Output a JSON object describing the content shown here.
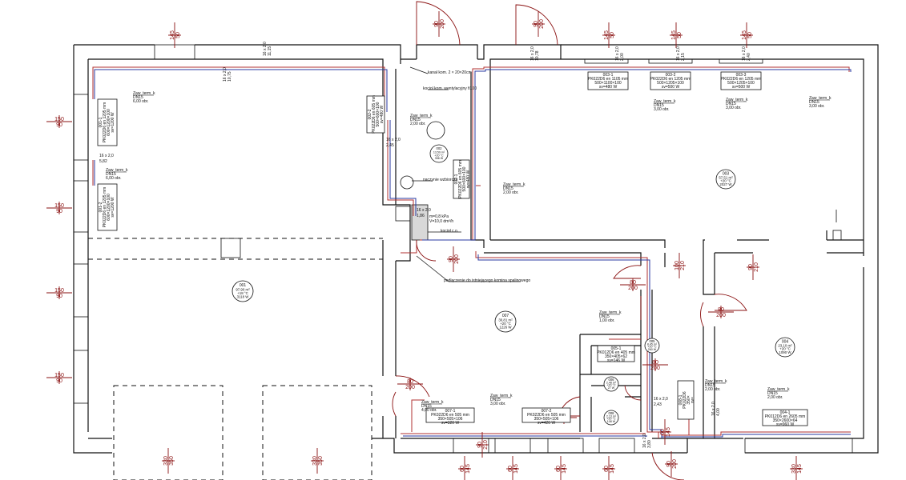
{
  "rooms": [
    {
      "id": "001",
      "area": "97,90 m²",
      "temp": "+18 °C",
      "power": "3118 W"
    },
    {
      "id": "002",
      "area": "13,59 m²",
      "temp": "+20 °C",
      "power": "356 W"
    },
    {
      "id": "003",
      "area": "57,51 m²",
      "temp": "+20 °C",
      "power": "2027 W"
    },
    {
      "id": "004",
      "area": "23,10 m²",
      "temp": "+20 °C",
      "power": "1090 W"
    },
    {
      "id": "005",
      "area": "8,45 m²",
      "temp": "+20 °C",
      "power": "260 W"
    },
    {
      "id": "006",
      "area": "2,48 m²",
      "temp": "+20 °C",
      "power": "27 W"
    },
    {
      "id": "007",
      "area": "30,81 m²",
      "temp": "+20 °C",
      "power": "1226 W"
    },
    {
      "id": "008",
      "area": "2,13 m²",
      "temp": "+20 °C",
      "power": "108 W"
    }
  ],
  "radiators": [
    {
      "id": "003-1",
      "model": "PK022D6 en 1105 mm",
      "size": "500×1100×100",
      "power": "sv=480 W"
    },
    {
      "id": "003-2",
      "model": "PK022D6 en 1205 mm",
      "size": "500×1205×100",
      "power": "sv=500 W"
    },
    {
      "id": "003-3",
      "model": "PK022D6 en 1205 mm",
      "size": "500×1205×100",
      "power": "sv=500 W"
    },
    {
      "id": "001-1",
      "model": "PK022D6 en 1205 mm",
      "size": "600×1200×100",
      "power": "sv=1200 W"
    },
    {
      "id": "001-2",
      "model": "PK022D6 en 1205 mm",
      "size": "600×1200×100",
      "power": "sv=1200 W"
    },
    {
      "id": "002-2",
      "model": "PK022D6 en 605 mm",
      "size": "500×600×100",
      "power": "sv=480 W"
    },
    {
      "id": "002-1",
      "model": "PK022D6 en 605 mm",
      "size": "500×600×100",
      "power": "sv=480 W"
    },
    {
      "id": "005-1",
      "model": "PK012D6 en 405 mm",
      "size": "350×405×62",
      "power": "sv=146 W"
    },
    {
      "id": "007-1",
      "model": "PK022D6 en 505 mm",
      "size": "350×505×106",
      "power": "sv=320 W"
    },
    {
      "id": "007-2",
      "model": "PK022D6 en 505 mm",
      "size": "350×505×106",
      "power": "sv=420 W"
    },
    {
      "id": "004-1",
      "model": "PK012D6 en 2605 mm",
      "size": "350×2600×64",
      "power": "sv=960 W"
    },
    {
      "id": "008-1",
      "model": "PK022D6",
      "size": "350×",
      "power": "sv="
    }
  ],
  "valves": [
    {
      "name": "Zaw_term_k",
      "spec": "DN15",
      "setting": "3,00 obr."
    },
    {
      "name": "Zaw_term_k",
      "spec": "DN15",
      "setting": "3,00 obr."
    },
    {
      "name": "Zaw_term_k",
      "spec": "DN15",
      "setting": "3,00 obr."
    },
    {
      "name": "Zaw_term_k",
      "spec": "DN15",
      "setting": "6,00 obr."
    },
    {
      "name": "Zaw_term_k",
      "spec": "DN15",
      "setting": "6,00 obr."
    },
    {
      "name": "Zaw_term_k",
      "spec": "DN15",
      "setting": "2,00 obr."
    },
    {
      "name": "Zaw_term_k",
      "spec": "DN15",
      "setting": "2,00 obr."
    },
    {
      "name": "Zaw_term_k",
      "spec": "DN15",
      "setting": "1,00 obr."
    },
    {
      "name": "Zaw_term_k",
      "spec": "DN15",
      "setting": "3,00 obr."
    },
    {
      "name": "Zaw_term_k",
      "spec": "DN15",
      "setting": "2,00 obr."
    },
    {
      "name": "Zaw_term_k",
      "spec": "DN15",
      "setting": "2,00 obr."
    },
    {
      "name": "Zaw_term_k",
      "spec": "DN15",
      "setting": "4,00 obr."
    }
  ],
  "pipes": [
    {
      "text": "16 x 2,0",
      "len": "11,15"
    },
    {
      "text": "16 x 2,0",
      "len": "10,75"
    },
    {
      "text": "16 x 2,0",
      "len": "5,82"
    },
    {
      "text": "16 x 2,0",
      "len": "2,45"
    },
    {
      "text": "16 x 2,0",
      "len": "10,78"
    },
    {
      "text": "16 x 2,0",
      "len": "1,86"
    },
    {
      "text": "16 x 2,0",
      "len": "2,43"
    },
    {
      "text": "16 x 2,0",
      "len": "4,00"
    },
    {
      "text": "16 x 2,0",
      "len": "3,80"
    },
    {
      "text": "16 x 2,0",
      "len": "2,00"
    },
    {
      "text": "16 x 2,0",
      "len": "2,15"
    },
    {
      "text": "16 x 2,0",
      "len": "2,40"
    }
  ],
  "notes": {
    "kanal": "kanał kom. 2 × 20×20cm",
    "komin": "kociol kom. wentylacyjny fi100",
    "naczynie": "naczynie wzbiorcze",
    "ciepla": "m=0,8 kPa",
    "ciepla2": "V=10,0 dm³/h",
    "kociol": "kocioł c.o.",
    "podlaczenie": "podłączenie do istniejącego komina spalinowego"
  },
  "openings": [
    {
      "w": "145",
      "h": "50"
    },
    {
      "w": "90",
      "h": "200"
    },
    {
      "w": "90",
      "h": "200"
    },
    {
      "w": "145",
      "h": "50"
    },
    {
      "w": "145",
      "h": "50"
    },
    {
      "w": "145",
      "h": "50"
    },
    {
      "w": "150",
      "h": "90"
    },
    {
      "w": "150",
      "h": "90"
    },
    {
      "w": "150",
      "h": "90"
    },
    {
      "w": "150",
      "h": "90"
    },
    {
      "w": "80",
      "h": "200"
    },
    {
      "w": "90",
      "h": "210"
    },
    {
      "w": "80",
      "h": "200"
    },
    {
      "w": "80",
      "h": "200"
    },
    {
      "w": "80",
      "h": "200"
    },
    {
      "w": "90",
      "h": "200"
    },
    {
      "w": "80",
      "h": "200"
    },
    {
      "w": "330",
      "h": "350"
    },
    {
      "w": "330",
      "h": "350"
    },
    {
      "w": "60",
      "h": "145"
    },
    {
      "w": "60",
      "h": "145"
    },
    {
      "w": "60",
      "h": "145"
    },
    {
      "w": "60",
      "h": "145"
    },
    {
      "w": "90",
      "h": "200"
    },
    {
      "w": "330",
      "h": "145"
    },
    {
      "w": "100",
      "h": "210"
    },
    {
      "w": "90",
      "h": "210"
    },
    {
      "w": "60",
      "h": "145"
    }
  ]
}
